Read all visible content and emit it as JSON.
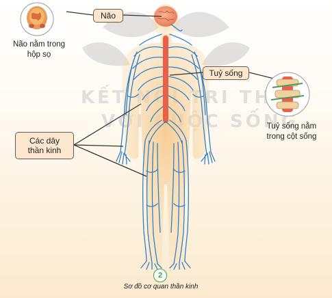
{
  "labels": {
    "brain": "Não",
    "spinal_cord": "Tuỷ sống",
    "nerves_line1": "Các dây",
    "nerves_line2": "thần kinh"
  },
  "callouts": {
    "brain_caption_line1": "Não nằm trong",
    "brain_caption_line2": "hộp sọ",
    "spine_caption_line1": "Tuỷ sống nằm",
    "spine_caption_line2": "trong cột sống"
  },
  "watermark": {
    "line1": "KẾT NỐI TRI THỨC",
    "line2": "VỚI CUỘC SỐNG"
  },
  "figure": {
    "number": "2",
    "caption": "Sơ đồ cơ quan thần kinh"
  },
  "colors": {
    "nerve": "#2f80c9",
    "body_glow": "#f8d8a6",
    "brain": "#ef9a78",
    "spinal_cord": "#e8604a",
    "label_fill": "#fbe7cf",
    "figure_number": "#36a44b"
  }
}
